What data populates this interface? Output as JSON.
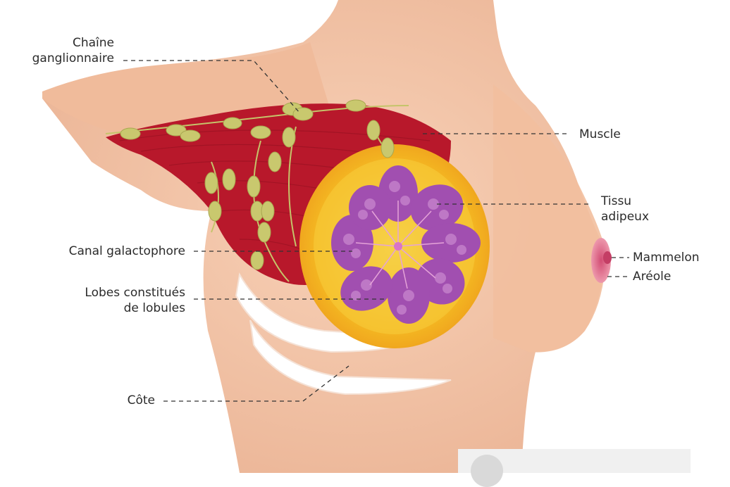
{
  "labels": {
    "chaine": [
      "Chaîne",
      "ganglionnaire"
    ],
    "muscle": "Muscle",
    "tissu": [
      "Tissu",
      "adipeux"
    ],
    "mammelon": "Mammelon",
    "areole": "Aréole",
    "canal": "Canal galactophore",
    "lobes": [
      "Lobes constitués",
      "de lobules"
    ],
    "cote": "Côte"
  },
  "colors": {
    "skin": "#f3c3a4",
    "skin_shadow": "#e8ab8a",
    "muscle": "#b8182b",
    "fat": "#f4b520",
    "fat_inner": "#f6d24a",
    "lobe": "#a14fb0",
    "lobe_light": "#c683cc",
    "lymph": "#c5c46a",
    "areola": "#e0748c",
    "rib": "#ffffff"
  }
}
